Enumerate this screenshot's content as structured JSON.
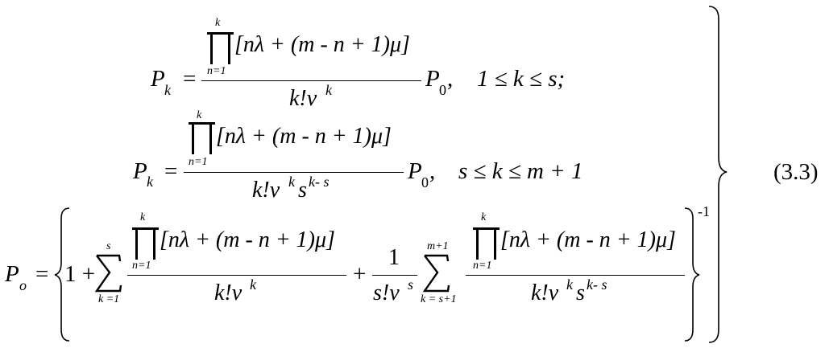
{
  "equation": {
    "number": "(3.3)",
    "line1": {
      "lhs": "P",
      "lhs_sub": "k",
      "eq": "=",
      "prod_upper": "k",
      "prod_lower": "n=1",
      "numerator": "[nλ + (m -  n + 1)μ]",
      "denominator": "k!ν",
      "den_sup": "k",
      "tail": "P",
      "tail_sub": "0",
      "tail_rest": ",",
      "condition": "1 ≤ k ≤ s;"
    },
    "line2": {
      "lhs": "P",
      "lhs_sub": "k",
      "eq": "=",
      "prod_upper": "k",
      "prod_lower": "n=1",
      "numerator": "[nλ + (m -  n + 1)μ]",
      "denominator": "k!ν",
      "den_sup1": "k",
      "den_s": "s",
      "den_sup2": "k- s",
      "tail": "P",
      "tail_sub": "0",
      "tail_rest": ",",
      "condition": "s ≤ k ≤ m + 1"
    },
    "line3": {
      "lhs": "P",
      "lhs_sub": "o",
      "eq": "=",
      "one_plus": "1 +",
      "sum1_upper": "s",
      "sum1_lower": "k =1",
      "prod1_upper": "k",
      "prod1_lower": "n=1",
      "numerator1": "[nλ + (m -  n + 1)μ]",
      "denominator1": "k!ν",
      "den1_sup": "k",
      "plus": "+",
      "frac_num": "1",
      "frac_den": "s!ν",
      "frac_den_sup": "s",
      "sum2_upper": "m+1",
      "sum2_lower": "k = s+1",
      "prod2_upper": "k",
      "prod2_lower": "n=1",
      "numerator2": "[nλ + (m -  n + 1)μ]",
      "denominator2": "k!ν",
      "den2_sup1": "k",
      "den2_s": "s",
      "den2_sup2": "k- s",
      "exponent": "-1"
    }
  }
}
